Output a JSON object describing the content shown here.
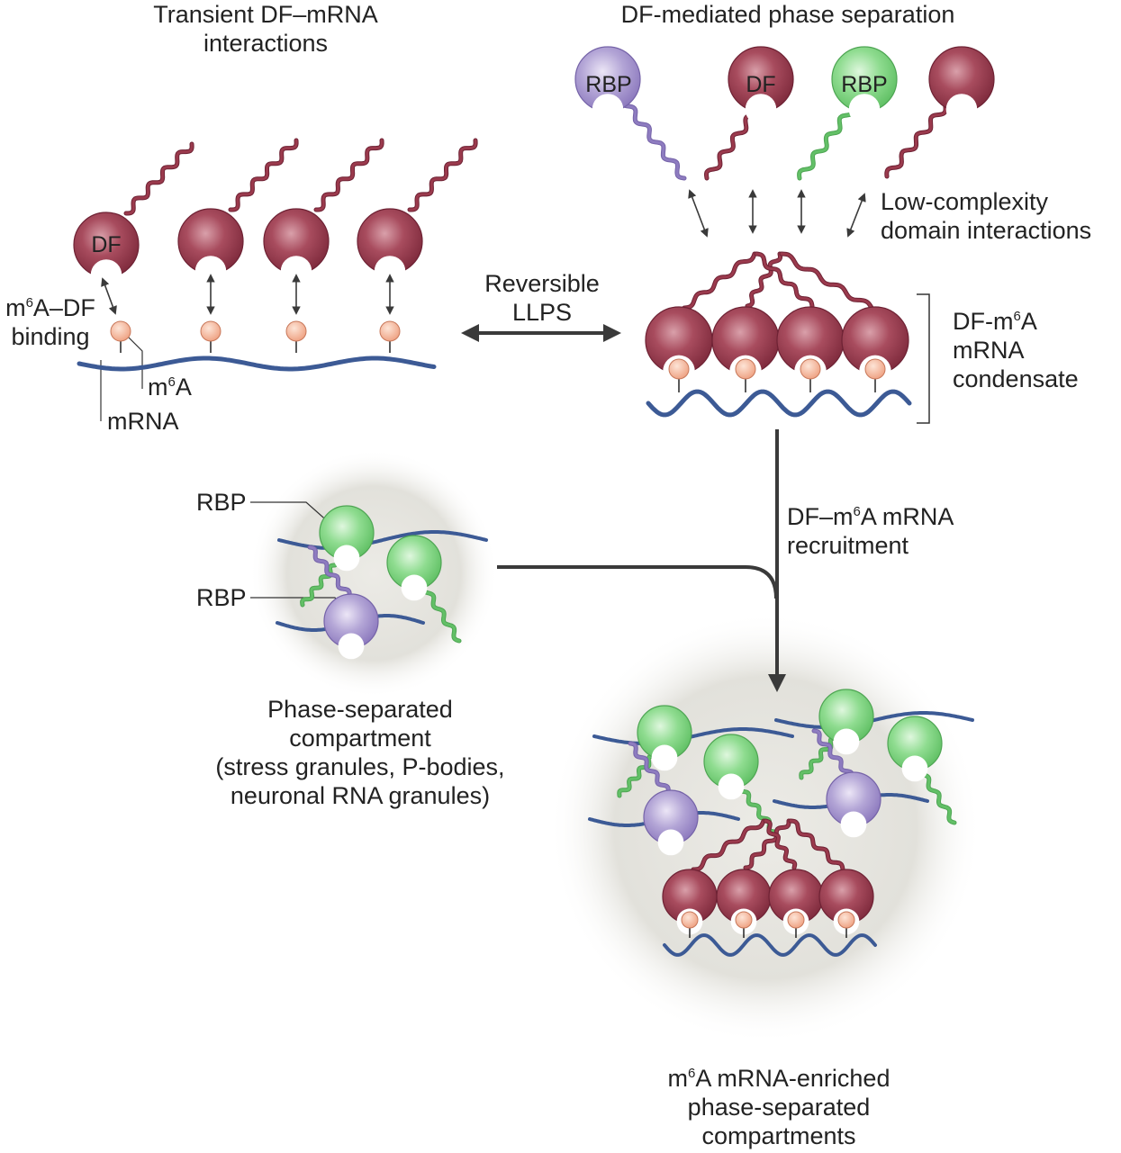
{
  "texts": {
    "transient_l1": "Transient DF–mRNA",
    "transient_l2": "interactions",
    "phase_title": "DF-mediated phase separation",
    "rbp": "RBP",
    "df": "DF",
    "lowc_l1": "Low-complexity",
    "lowc_l2": "domain interactions",
    "m6a_df_m": "m",
    "m6a_df_sup": "6",
    "m6a_df_rest": "A–DF",
    "binding": "binding",
    "m6a_m": "m",
    "m6a_sup": "6",
    "m6a_rest": "A",
    "mrna": "mRNA",
    "reversible": "Reversible",
    "llps": "LLPS",
    "cond_l1_a": "DF-m",
    "cond_l1_sup": "6",
    "cond_l1_b": "A",
    "cond_l2": "mRNA",
    "cond_l3": "condensate",
    "recruit_l1_a": "DF–m",
    "recruit_l1_sup": "6",
    "recruit_l1_b": "A mRNA",
    "recruit_l2": "recruitment",
    "comp_l1": "Phase-separated",
    "comp_l2": "compartment",
    "comp_l3": "(stress granules, P-bodies,",
    "comp_l4": "neuronal RNA granules)",
    "enriched_l1_m": "m",
    "enriched_l1_sup": "6",
    "enriched_l1_rest": "A mRNA-enriched",
    "enriched_l2": "phase-separated",
    "enriched_l3": "compartments"
  },
  "colors": {
    "df_protein": "#9b3a4d",
    "rbp_purple": "#a998cf",
    "rbp_green": "#86d98a",
    "mrna_strand": "#3c5a95",
    "m6a_bead": "#f4b89a",
    "arrow": "#3a3a3a",
    "compartment_fill": "#e4e3dd"
  }
}
